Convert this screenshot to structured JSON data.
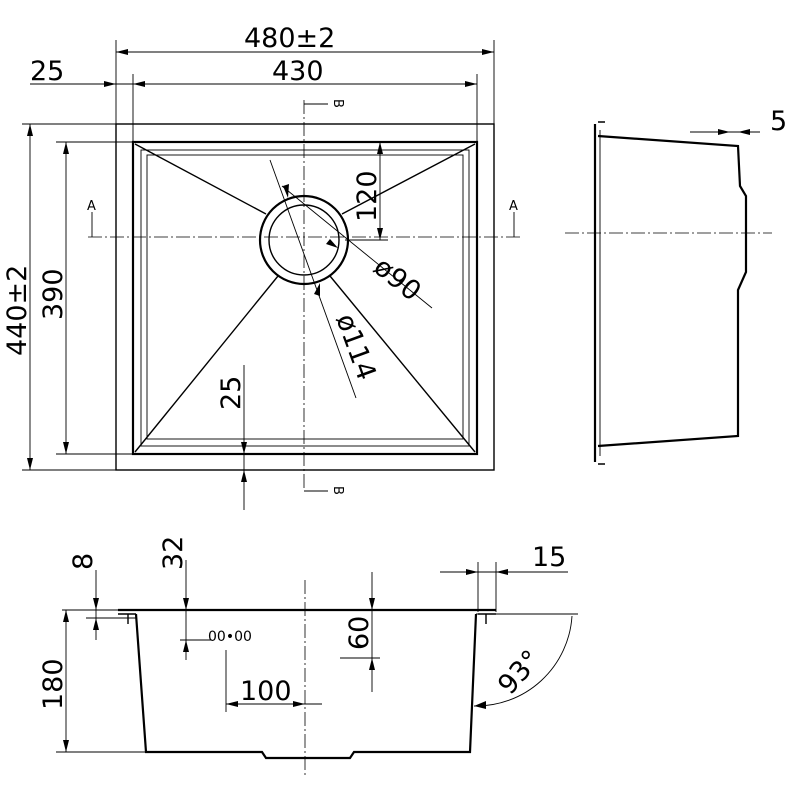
{
  "dimensions": {
    "overall_width": "480±2",
    "inner_width": "430",
    "flange": "25",
    "overall_depth": "440±2",
    "inner_depth": "390",
    "drain_offset": "120",
    "drain_inner_dia": "ø90",
    "drain_outer_dia": "ø114",
    "bottom_margin": "25",
    "side_taper": "5",
    "rim_thickness": "8",
    "rim_width": "32",
    "overflow_height": "60",
    "overall_height": "180",
    "overflow_width": "100",
    "side_flange": "15",
    "wall_angle": "93°"
  },
  "section_labels": {
    "a_left": "A",
    "a_right": "A",
    "b_top": "B",
    "b_bottom": "B"
  },
  "overflow_symbol": "00•00"
}
